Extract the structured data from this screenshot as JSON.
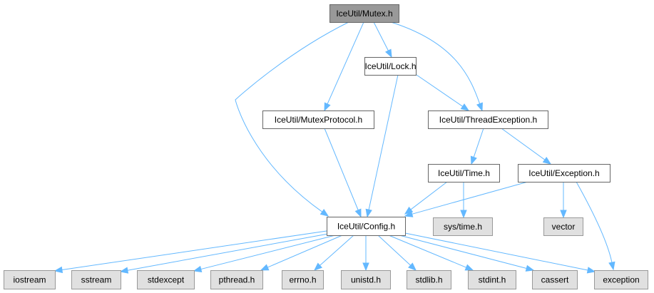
{
  "graph": {
    "title": "IceUtil/Mutex.h",
    "colors": {
      "edge": "#63b8ff",
      "root_fill": "#999999",
      "root_stroke": "#666666",
      "local_fill": "#ffffff",
      "local_stroke": "#666666",
      "system_fill": "#e0e0e0",
      "system_stroke": "#999999"
    },
    "nodes": [
      {
        "id": "mutex",
        "label": "IceUtil/Mutex.h",
        "kind": "root"
      },
      {
        "id": "lock",
        "label": "IceUtil/Lock.h",
        "kind": "local"
      },
      {
        "id": "mutexprotocol",
        "label": "IceUtil/MutexProtocol.h",
        "kind": "local"
      },
      {
        "id": "threadexception",
        "label": "IceUtil/ThreadException.h",
        "kind": "local"
      },
      {
        "id": "time",
        "label": "IceUtil/Time.h",
        "kind": "local"
      },
      {
        "id": "exception_h",
        "label": "IceUtil/Exception.h",
        "kind": "local"
      },
      {
        "id": "systime",
        "label": "sys/time.h",
        "kind": "system"
      },
      {
        "id": "vector",
        "label": "vector",
        "kind": "system"
      },
      {
        "id": "config",
        "label": "IceUtil/Config.h",
        "kind": "local"
      },
      {
        "id": "iostream",
        "label": "iostream",
        "kind": "system"
      },
      {
        "id": "sstream",
        "label": "sstream",
        "kind": "system"
      },
      {
        "id": "stdexcept",
        "label": "stdexcept",
        "kind": "system"
      },
      {
        "id": "pthread",
        "label": "pthread.h",
        "kind": "system"
      },
      {
        "id": "errno",
        "label": "errno.h",
        "kind": "system"
      },
      {
        "id": "unistd",
        "label": "unistd.h",
        "kind": "system"
      },
      {
        "id": "stdlib",
        "label": "stdlib.h",
        "kind": "system"
      },
      {
        "id": "stdint",
        "label": "stdint.h",
        "kind": "system"
      },
      {
        "id": "cassert",
        "label": "cassert",
        "kind": "system"
      },
      {
        "id": "exception",
        "label": "exception",
        "kind": "system"
      }
    ],
    "edges": [
      {
        "from": "mutex",
        "to": "config"
      },
      {
        "from": "mutex",
        "to": "mutexprotocol"
      },
      {
        "from": "mutex",
        "to": "lock"
      },
      {
        "from": "mutex",
        "to": "threadexception"
      },
      {
        "from": "lock",
        "to": "config"
      },
      {
        "from": "lock",
        "to": "threadexception"
      },
      {
        "from": "mutexprotocol",
        "to": "config"
      },
      {
        "from": "threadexception",
        "to": "time"
      },
      {
        "from": "threadexception",
        "to": "exception_h"
      },
      {
        "from": "time",
        "to": "config"
      },
      {
        "from": "time",
        "to": "systime"
      },
      {
        "from": "exception_h",
        "to": "config"
      },
      {
        "from": "exception_h",
        "to": "vector"
      },
      {
        "from": "exception_h",
        "to": "exception"
      },
      {
        "from": "config",
        "to": "iostream"
      },
      {
        "from": "config",
        "to": "sstream"
      },
      {
        "from": "config",
        "to": "stdexcept"
      },
      {
        "from": "config",
        "to": "pthread"
      },
      {
        "from": "config",
        "to": "errno"
      },
      {
        "from": "config",
        "to": "unistd"
      },
      {
        "from": "config",
        "to": "stdlib"
      },
      {
        "from": "config",
        "to": "stdint"
      },
      {
        "from": "config",
        "to": "cassert"
      },
      {
        "from": "config",
        "to": "exception"
      }
    ]
  }
}
